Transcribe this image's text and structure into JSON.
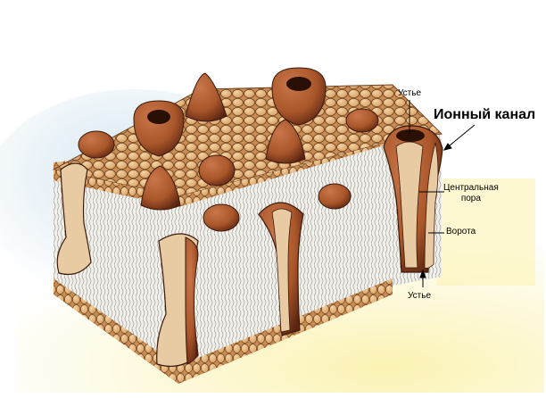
{
  "labels": {
    "mouth_top": "Устье",
    "ion_channel": "Ионный канал",
    "central_pore_line1": "Центральная",
    "central_pore_line2": "пора",
    "gate": "Ворота",
    "mouth_bottom": "Устье"
  },
  "colors": {
    "background": "#ffffff",
    "yellow_glow": "#fbf3b4",
    "blue_glow": "#cfe3ef",
    "lipid_head": "#e6b77f",
    "lipid_head_outline": "#6e4420",
    "tail_area": "#f2f0ea",
    "protein": "#a9562a",
    "protein_dark": "#5a2410",
    "channel_interior": "#e9cba3"
  },
  "icons": {
    "membrane": "lipid-bilayer-illustration",
    "proteins": "membrane-protein-blobs",
    "channel": "ion-channel-cutaway"
  }
}
